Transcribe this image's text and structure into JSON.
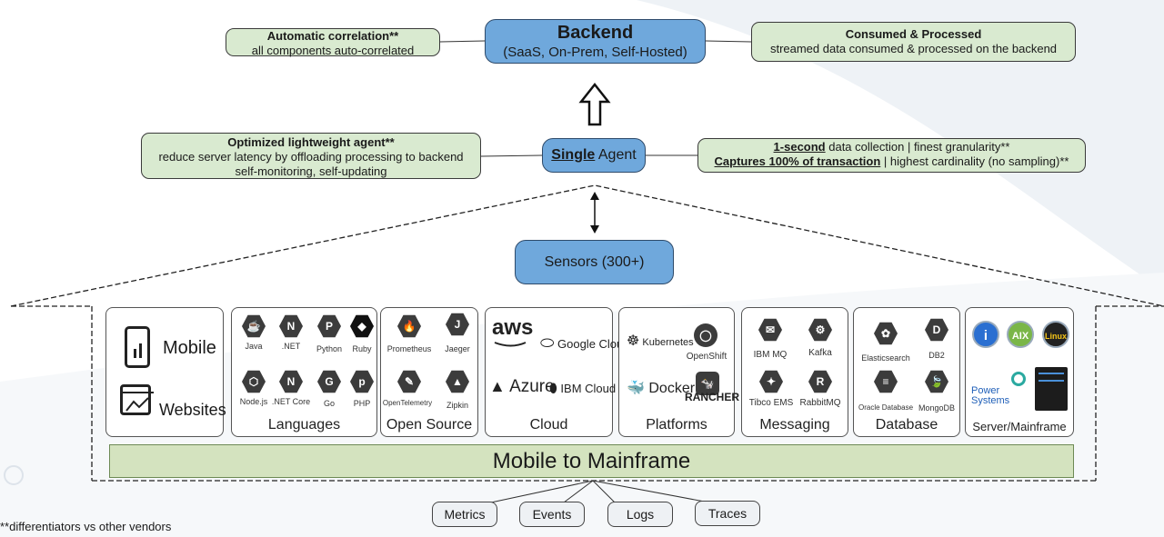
{
  "backend": {
    "title": "Backend",
    "subtitle": "(SaaS, On-Prem, Self-Hosted)"
  },
  "auto_correlation": {
    "title": "Automatic correlation**",
    "text": "all components auto-correlated"
  },
  "consumed": {
    "title": "Consumed & Processed",
    "text": "streamed data consumed & processed on the backend"
  },
  "agent": {
    "word1": "Single",
    "word2": "Agent"
  },
  "optimized": {
    "title": "Optimized lightweight agent**",
    "line1": "reduce server latency by offloading processing to backend",
    "line2": "self-monitoring, self-updating"
  },
  "granularity": {
    "bold1": "1-second",
    "rest1": " data collection | finest granularity**",
    "bold2": "Captures 100% of transaction",
    "rest2": " | highest cardinality (no sampling)**"
  },
  "sensors": {
    "label": "Sensors (300+)"
  },
  "panels": {
    "mobile": {
      "mobile": "Mobile",
      "websites": "Websites"
    },
    "languages": {
      "label": "Languages",
      "items": [
        "Java",
        ".NET",
        "Python",
        "Ruby",
        "Node.js",
        ".NET Core",
        "Go",
        "PHP"
      ]
    },
    "opensource": {
      "label": "Open Source",
      "items": [
        "Prometheus",
        "Jaeger",
        "OpenTelemetry",
        "Zipkin"
      ]
    },
    "cloud": {
      "label": "Cloud",
      "items": [
        "aws",
        "Google Cloud",
        "Azure",
        "IBM Cloud"
      ]
    },
    "platforms": {
      "label": "Platforms",
      "items": [
        "Kubernetes",
        "OpenShift",
        "Docker",
        "RANCHER"
      ]
    },
    "messaging": {
      "label": "Messaging",
      "items": [
        "IBM MQ",
        "Kafka",
        "Tibco EMS",
        "RabbitMQ"
      ]
    },
    "database": {
      "label": "Database",
      "items": [
        "Elasticsearch",
        "DB2",
        "Oracle Database",
        "MongoDB"
      ]
    },
    "server": {
      "label": "Server/Mainframe",
      "items": [
        "AIX",
        "Linux",
        "Power",
        "Systems"
      ]
    }
  },
  "banner": {
    "label": "Mobile to Mainframe"
  },
  "outputs": [
    "Metrics",
    "Events",
    "Logs",
    "Traces"
  ],
  "footnote": "**differentiators vs other vendors",
  "colors": {
    "green": "#d9ead0",
    "blue": "#6fa8dc",
    "banner": "#d4e3bf"
  }
}
